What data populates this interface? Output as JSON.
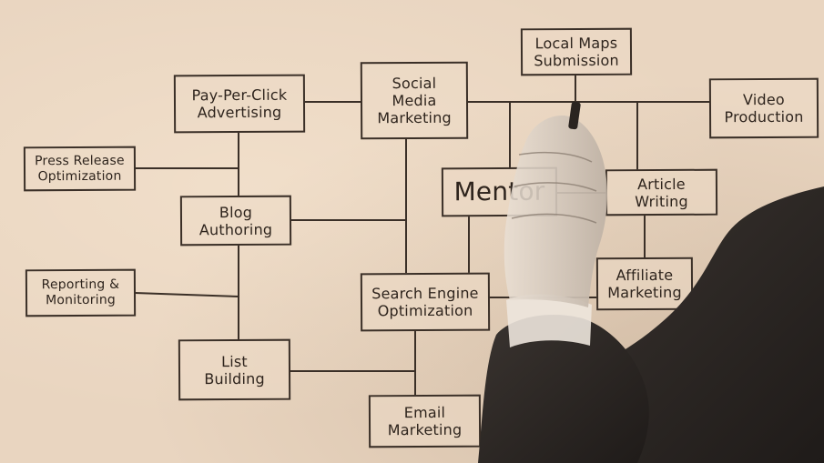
{
  "diagram": {
    "center": "Mentor",
    "nodes": {
      "ppc": "Pay-Per-Click\nAdvertising",
      "social": "Social\nMedia\nMarketing",
      "local_maps": "Local Maps\nSubmission",
      "video": "Video\nProduction",
      "press_release": "Press Release\nOptimization",
      "blog": "Blog\nAuthoring",
      "article": "Article\nWriting",
      "reporting": "Reporting &\nMonitoring",
      "seo": "Search Engine\nOptimization",
      "affiliate": "Affiliate\nMarketing",
      "list_building": "List\nBuilding",
      "email": "Email\nMarketing"
    }
  }
}
